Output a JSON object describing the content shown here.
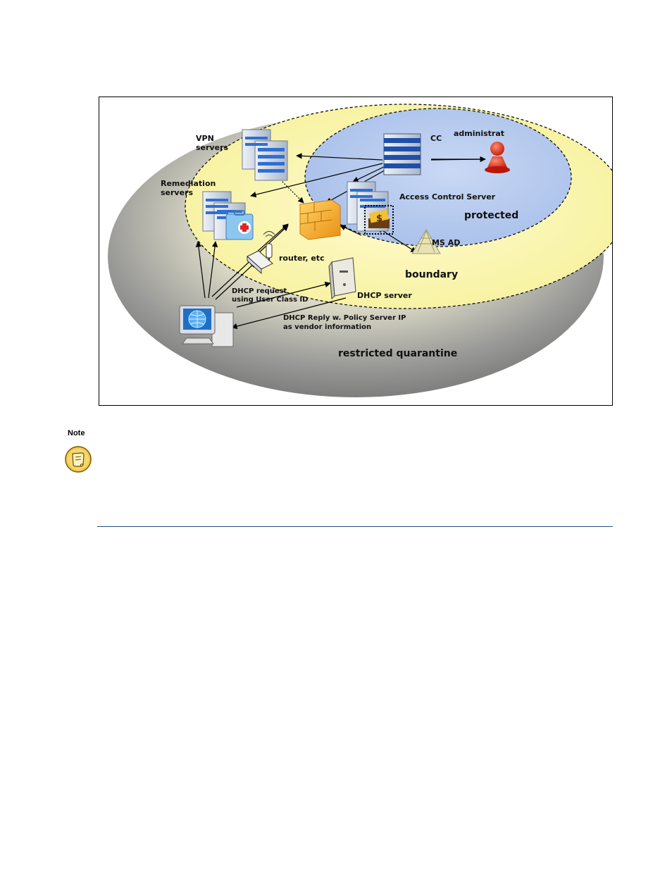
{
  "diagram": {
    "labels": {
      "vpn_line1": "VPN",
      "vpn_line2": "servers",
      "remediation_line1": "Remediation",
      "remediation_line2": "servers",
      "cc": "CC",
      "administrator": "administrat",
      "access_control_server": "Access Control Server",
      "protected": "protected",
      "ms_ad": "MS AD",
      "router": "router, etc",
      "boundary": "boundary",
      "dhcp_request_line1": "DHCP request",
      "dhcp_request_line2": "using User Class ID",
      "dhcp_server": "DHCP server",
      "dhcp_reply_line1": "DHCP Reply w. Policy Server IP",
      "dhcp_reply_line2": "as vendor information",
      "restricted": "restricted quarantine"
    },
    "colors": {
      "outer_zone": "#8a8a8a",
      "boundary_zone": "#fbf7a8",
      "protected_zone": "#b8cbee",
      "firewall": "#f4a623",
      "administrator_figure": "#d92b1b"
    },
    "icons": [
      "server-stack-icon",
      "firewall-icon",
      "administrator-icon",
      "router-icon",
      "client-computer-icon",
      "dhcp-server-icon",
      "ms-ad-icon",
      "first-aid-icon"
    ]
  },
  "note": {
    "label": "Note",
    "icon": "note-icon"
  }
}
